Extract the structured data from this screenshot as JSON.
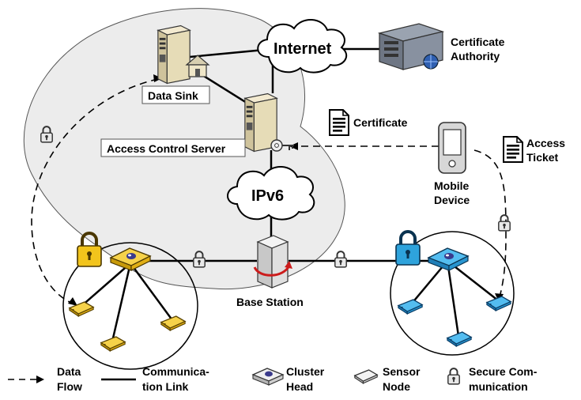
{
  "labels": {
    "internet": "Internet",
    "ipv6": "IPv6",
    "data_sink": "Data Sink",
    "access_control_server": "Access Control Server",
    "certificate_authority_line1": "Certificate",
    "certificate_authority_line2": "Authority",
    "certificate": "Certificate",
    "access_ticket_line1": "Access",
    "access_ticket_line2": "Ticket",
    "mobile_device_line1": "Mobile",
    "mobile_device_line2": "Device",
    "base_station": "Base Station"
  },
  "legend": {
    "data_flow_line1": "Data",
    "data_flow_line2": "Flow",
    "communication_link_line1": "Communica-",
    "communication_link_line2": "tion Link",
    "cluster_head_line1": "Cluster",
    "cluster_head_line2": "Head",
    "sensor_node_line1": "Sensor",
    "sensor_node_line2": "Node",
    "secure_communication_line1": "Secure Com-",
    "secure_communication_line2": "munication"
  },
  "colors": {
    "yellow_network": "#f2c41c",
    "blue_network": "#2ea3dc",
    "region_fill": "#ececec"
  }
}
